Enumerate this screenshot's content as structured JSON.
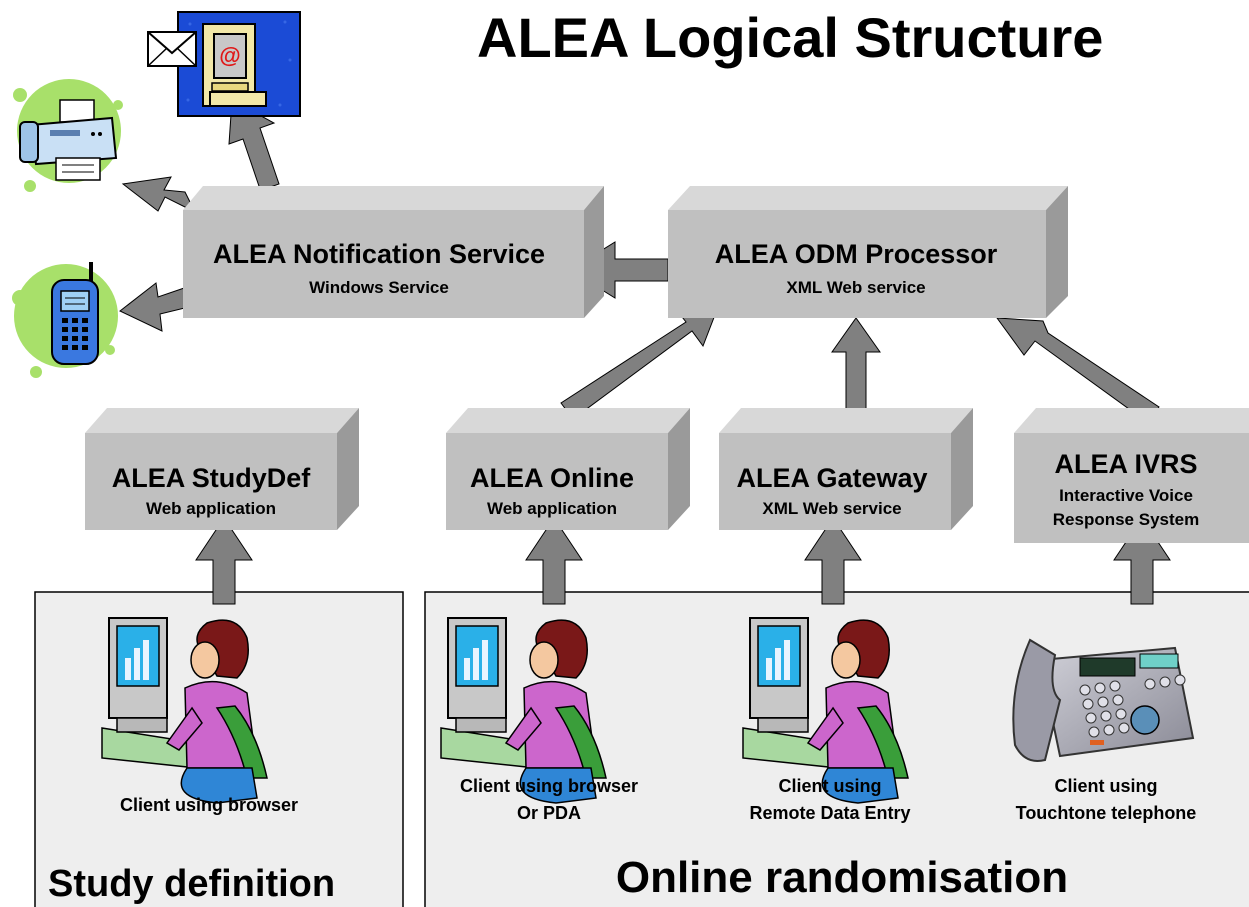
{
  "title": "ALEA Logical Structure",
  "colors": {
    "box_front": "#c0c0c0",
    "box_top": "#d8d8d8",
    "box_side": "#9a9a9a",
    "arrow": "#808080",
    "panel": "#eeeeee",
    "phone_bg": "#a8e06a"
  },
  "boxes": {
    "notification": {
      "title": "ALEA Notification Service",
      "subtitle": "Windows Service"
    },
    "odm": {
      "title": "ALEA ODM Processor",
      "subtitle": "XML Web service"
    },
    "studydef": {
      "title": "ALEA StudyDef",
      "subtitle": "Web application"
    },
    "online": {
      "title": "ALEA Online",
      "subtitle": "Web application"
    },
    "gateway": {
      "title": "ALEA Gateway",
      "subtitle": "XML Web service"
    },
    "ivrs": {
      "title": "ALEA IVRS",
      "subtitle_line1": "Interactive Voice",
      "subtitle_line2": "Response System"
    }
  },
  "panels": {
    "study_definition": {
      "label": "Study definition"
    },
    "online_randomisation": {
      "label": "Online randomisation"
    }
  },
  "clients": {
    "browser": {
      "line1": "Client using browser"
    },
    "browser_pda": {
      "line1": "Client using browser",
      "line2": "Or PDA"
    },
    "rde": {
      "line1": "Client using",
      "line2": "Remote Data Entry"
    },
    "telephone": {
      "line1": "Client using",
      "line2": "Touchtone telephone"
    }
  },
  "icons": [
    "email-computer-icon",
    "fax-icon",
    "mobile-phone-icon",
    "person-at-computer-icon",
    "desk-telephone-icon"
  ]
}
